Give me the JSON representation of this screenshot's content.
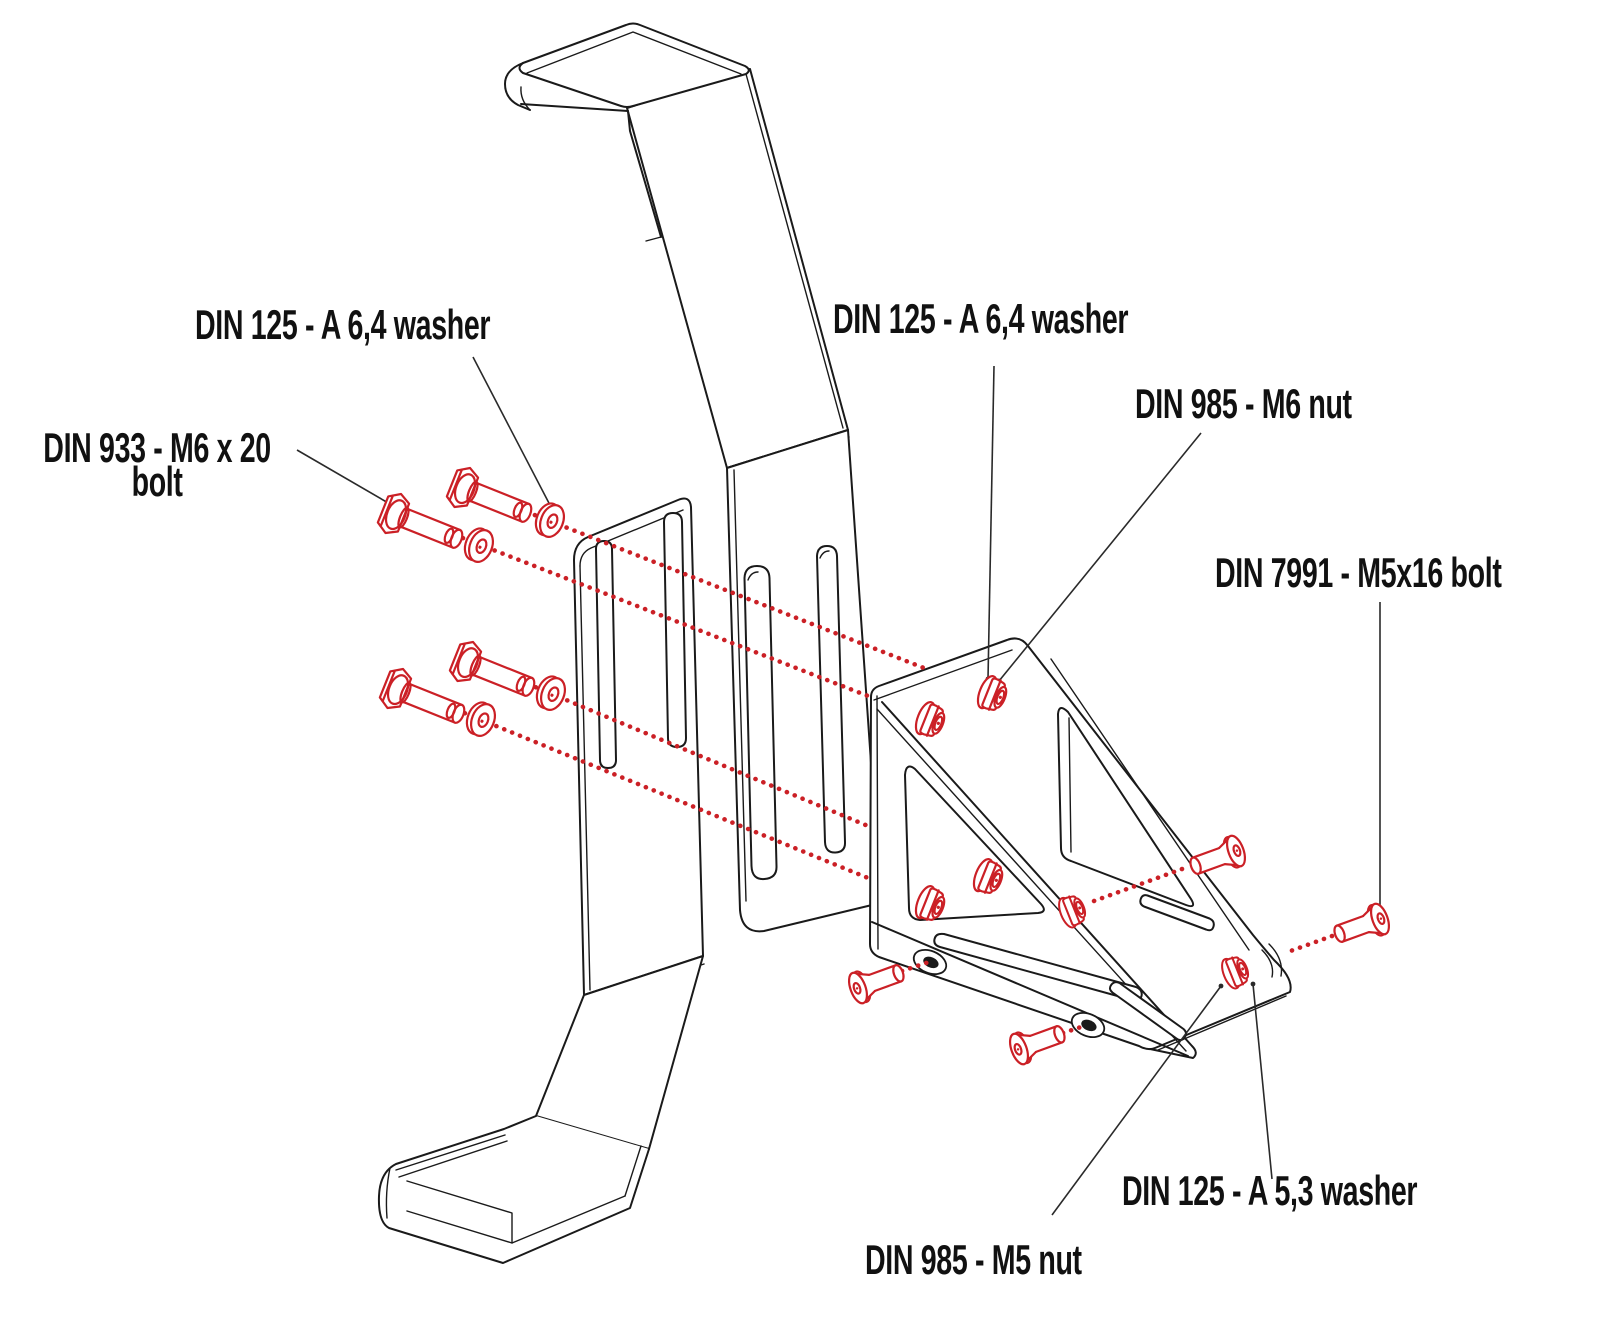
{
  "figure": {
    "type": "exploded-assembly-drawing",
    "colors": {
      "fastener_red": "#cb2026",
      "outline_black": "#1a1a1a",
      "background": "#ffffff"
    }
  },
  "labels": {
    "din933_bolt": {
      "line1": "DIN 933 - M6 x 20",
      "line2": "bolt"
    },
    "din125_64_left": {
      "text": "DIN 125 - A 6,4 washer"
    },
    "din125_64_right": {
      "text": "DIN 125 - A 6,4 washer"
    },
    "din985_m6": {
      "text": "DIN 985 - M6 nut"
    },
    "din7991": {
      "text": "DIN 7991 - M5x16 bolt"
    },
    "din125_53": {
      "text": "DIN 125 - A 5,3 washer"
    },
    "din985_m5": {
      "text": "DIN 985 - M5 nut"
    }
  }
}
